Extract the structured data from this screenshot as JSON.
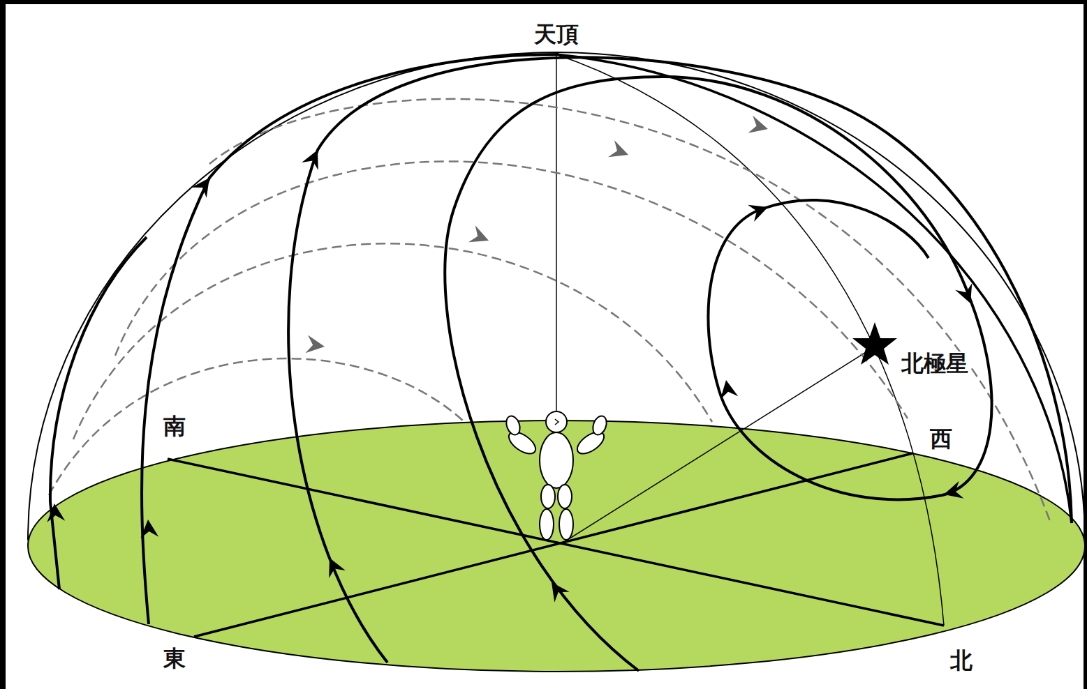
{
  "diagram": {
    "labels": [
      "天頂",
      "南",
      "北極星",
      "西",
      "東",
      "北"
    ]
  }
}
